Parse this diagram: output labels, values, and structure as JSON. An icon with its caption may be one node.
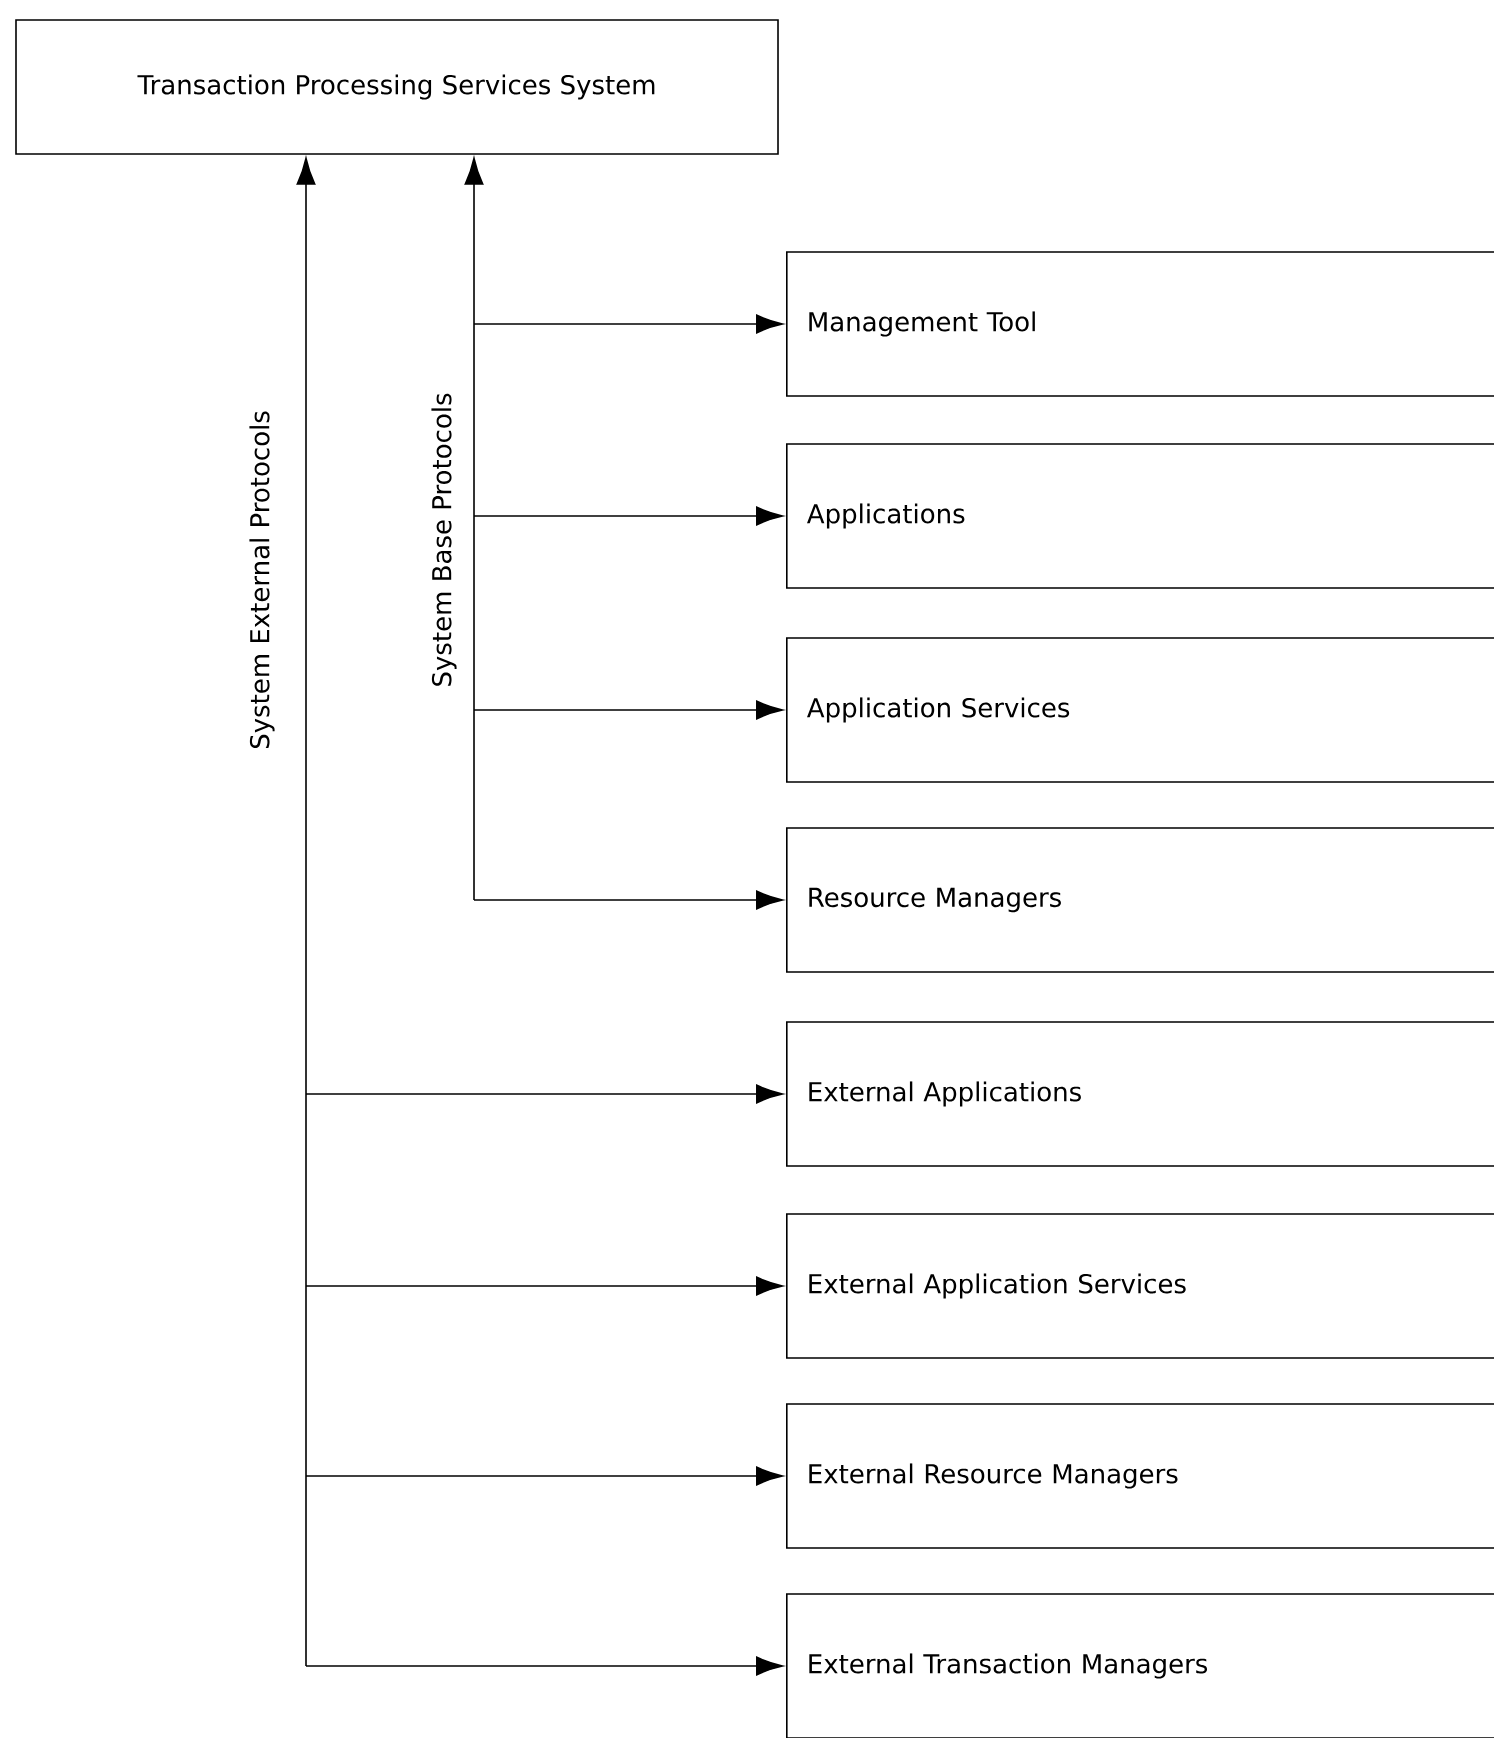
{
  "diagram": {
    "nodes": [
      {
        "text": [
          "Transaction Processing Services System"
        ]
      },
      {
        "text": [
          "Management Tool"
        ]
      },
      {
        "text": [
          "Applications"
        ]
      },
      {
        "text": [
          "Application Services"
        ]
      },
      {
        "text": [
          "Resource Managers"
        ]
      },
      {
        "text": [
          "External Applications"
        ]
      },
      {
        "text": [
          "External Application Services"
        ]
      },
      {
        "text": [
          "External Resource Managers"
        ]
      },
      {
        "text": [
          "External Transaction Managers"
        ]
      }
    ],
    "edges": [
      {
        "from": 0,
        "to": 1,
        "arrow": "both"
      },
      {
        "from": 0,
        "to": 2,
        "arrow": "both"
      },
      {
        "from": 0,
        "to": 3,
        "arrow": "both"
      },
      {
        "from": 0,
        "to": 4,
        "arrow": "both"
      },
      {
        "from": 0,
        "to": 5,
        "arrow": "both"
      },
      {
        "from": 0,
        "to": 6,
        "arrow": "both"
      },
      {
        "from": 0,
        "to": 7,
        "arrow": "both"
      },
      {
        "from": 0,
        "to": 8,
        "arrow": "both"
      }
    ],
    "labels": [
      "System External Protocols",
      "System Base Protocols"
    ]
  }
}
